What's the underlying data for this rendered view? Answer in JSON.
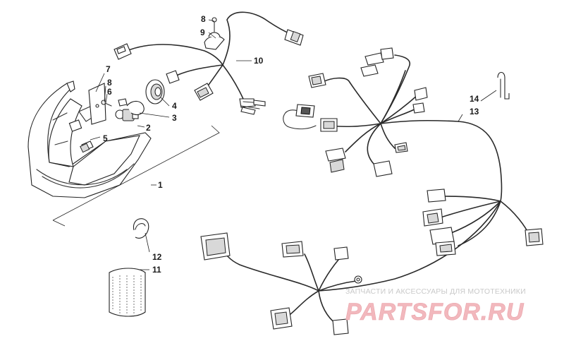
{
  "diagram": {
    "callouts": [
      {
        "id": "1",
        "label": "1"
      },
      {
        "id": "2",
        "label": "2"
      },
      {
        "id": "3",
        "label": "3"
      },
      {
        "id": "4",
        "label": "4"
      },
      {
        "id": "5",
        "label": "5"
      },
      {
        "id": "6",
        "label": "6"
      },
      {
        "id": "7",
        "label": "7"
      },
      {
        "id": "8a",
        "label": "8"
      },
      {
        "id": "8b",
        "label": "8"
      },
      {
        "id": "9",
        "label": "9"
      },
      {
        "id": "10",
        "label": "10"
      },
      {
        "id": "11",
        "label": "11"
      },
      {
        "id": "12",
        "label": "12"
      },
      {
        "id": "13",
        "label": "13"
      },
      {
        "id": "14",
        "label": "14"
      }
    ]
  },
  "watermark": {
    "tagline": "ЗАПЧАСТИ И АКСЕССУАРЫ ДЛЯ МОТОТЕХНИКИ",
    "brand": "PARTSFOR.RU"
  },
  "colors": {
    "ink": "#222222",
    "watermark_pink": "#f2b8bd",
    "watermark_grey": "#c9c9c9"
  }
}
